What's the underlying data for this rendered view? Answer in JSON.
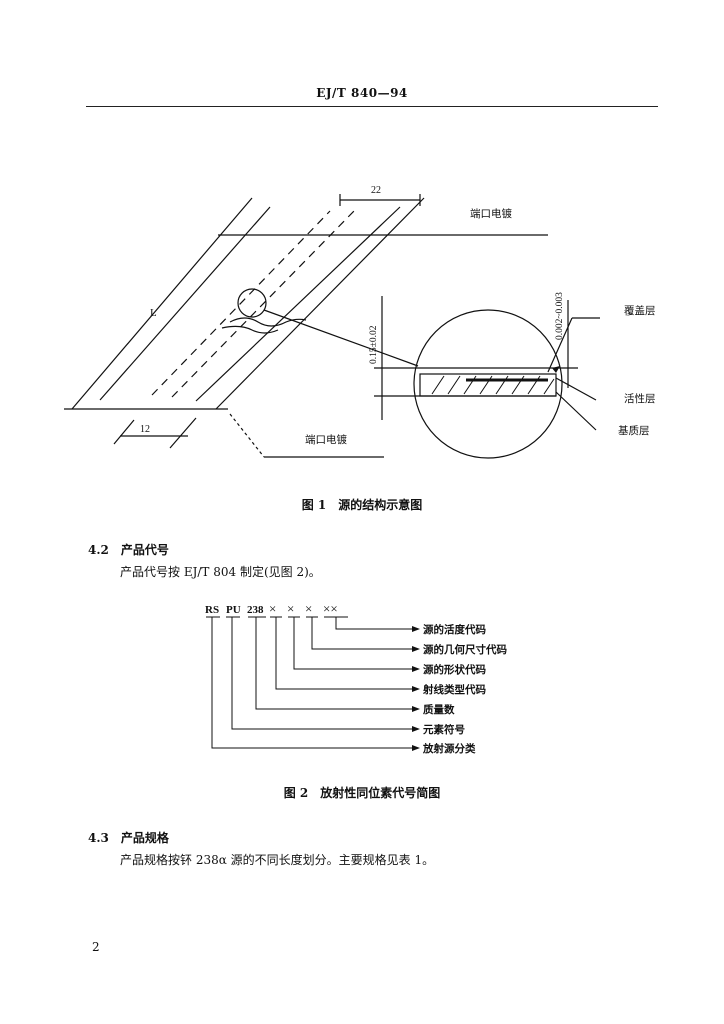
{
  "header": {
    "code": "EJ/T 840—94"
  },
  "figure1": {
    "dim_width": "22",
    "dim_bottom": "12",
    "dim_length": "L",
    "label_top_electrode": "端口电镀",
    "label_bottom_electrode": "端口电镀",
    "thickness_label": "0.15±0.02",
    "cover_thickness_label": "0.002~0.003",
    "label_cover_layer": "覆盖层",
    "label_active_layer": "活性层",
    "label_substrate_layer": "基质层",
    "caption": "图 1　源的结构示意图"
  },
  "section_4_2": {
    "heading": "4.2　产品代号",
    "text": "产品代号按 EJ/T 804 制定(见图 2)。"
  },
  "figure2": {
    "code_parts": [
      "RS",
      "PU",
      "238",
      "×",
      "×",
      "×",
      "××"
    ],
    "labels": [
      "源的活度代码",
      "源的几何尺寸代码",
      "源的形状代码",
      "射线类型代码",
      "质量数",
      "元素符号",
      "放射源分类"
    ],
    "caption": "图 2　放射性同位素代号简图"
  },
  "section_4_3": {
    "heading": "4.3　产品规格",
    "text": "产品规格按钚 238α 源的不同长度划分。主要规格见表 1。"
  },
  "page_number": "2"
}
